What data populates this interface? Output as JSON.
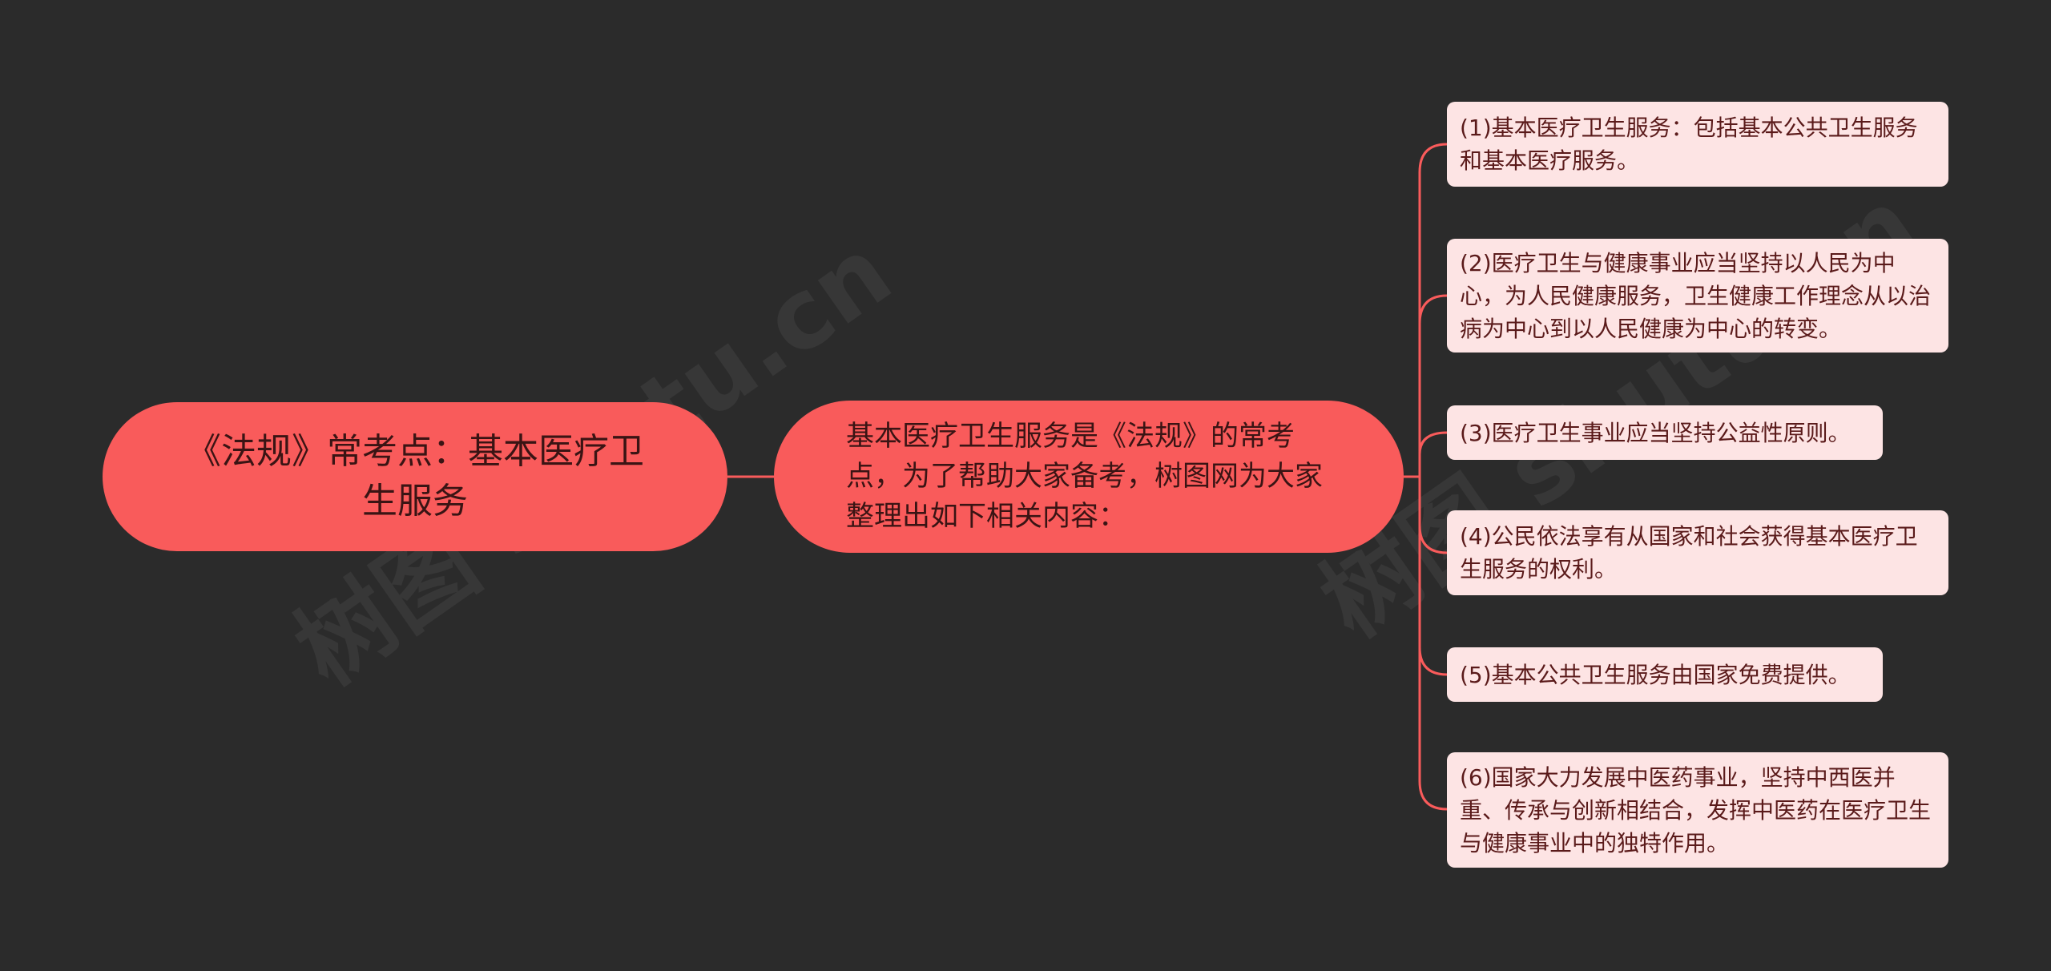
{
  "colors": {
    "background": "#2b2b2b",
    "primary_node": "#f95b5b",
    "leaf_node": "#fde4e4",
    "connector": "#f95b5b"
  },
  "watermark": {
    "text": "树图 shutu.cn"
  },
  "root": {
    "text": "《法规》常考点：基本医疗卫生服务"
  },
  "middle": {
    "text": "基本医疗卫生服务是《法规》的常考点，为了帮助大家备考，树图网为大家整理出如下相关内容："
  },
  "leaves": [
    {
      "text": "(1)基本医疗卫生服务：包括基本公共卫生服务和基本医疗服务。"
    },
    {
      "text": "(2)医疗卫生与健康事业应当坚持以人民为中心，为人民健康服务，卫生健康工作理念从以治病为中心到以人民健康为中心的转变。"
    },
    {
      "text": "(3)医疗卫生事业应当坚持公益性原则。"
    },
    {
      "text": "(4)公民依法享有从国家和社会获得基本医疗卫生服务的权利。"
    },
    {
      "text": "(5)基本公共卫生服务由国家免费提供。"
    },
    {
      "text": "(6)国家大力发展中医药事业，坚持中西医并重、传承与创新相结合，发挥中医药在医疗卫生与健康事业中的独特作用。"
    }
  ]
}
